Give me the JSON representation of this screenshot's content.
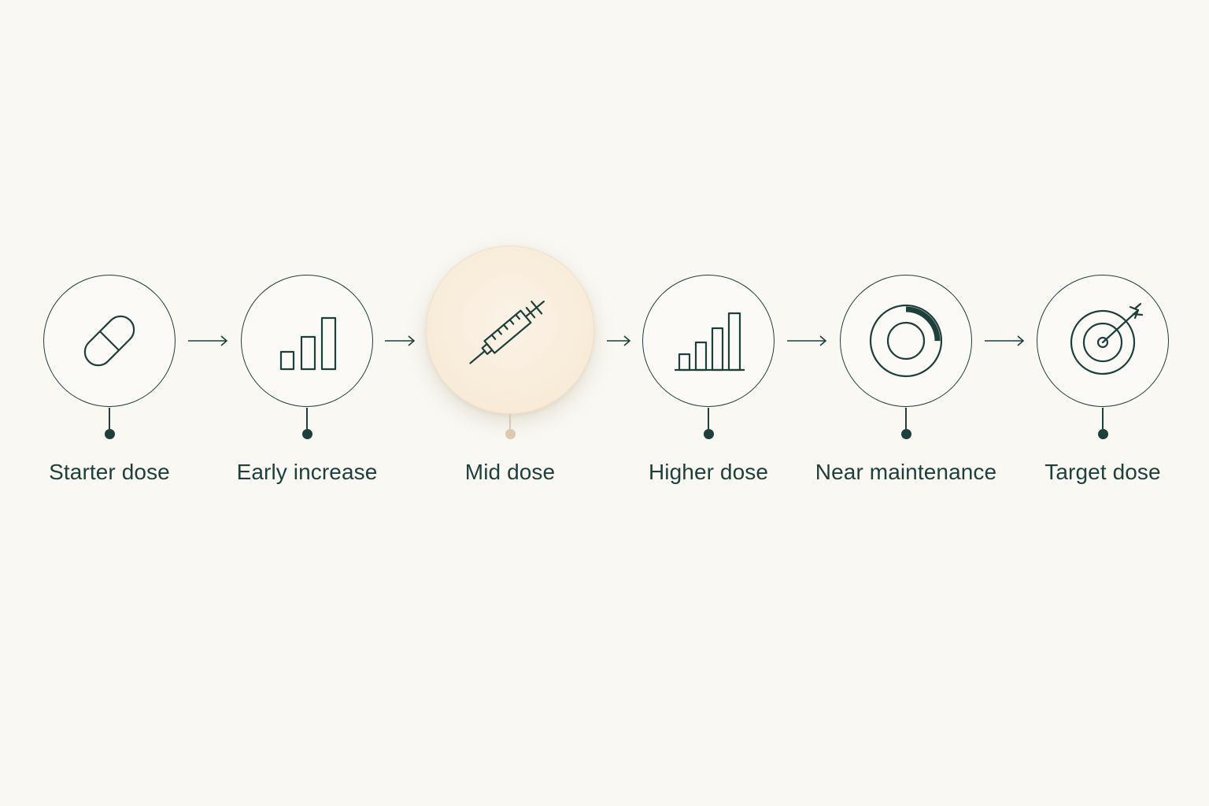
{
  "colors": {
    "background": "#f9f8f3",
    "ink": "#1e3f3b",
    "highlight_fill": "#f8ebd8",
    "highlight_accent": "#dcc9b0"
  },
  "steps": [
    {
      "label": "Starter dose",
      "icon": "capsule-icon",
      "active": false
    },
    {
      "label": "Early increase",
      "icon": "bar-chart-small-icon",
      "active": false
    },
    {
      "label": "Mid dose",
      "icon": "syringe-icon",
      "active": true
    },
    {
      "label": "Higher dose",
      "icon": "bar-chart-icon",
      "active": false
    },
    {
      "label": "Near maintenance",
      "icon": "progress-ring-icon",
      "active": false
    },
    {
      "label": "Target dose",
      "icon": "target-arrow-icon",
      "active": false
    }
  ]
}
